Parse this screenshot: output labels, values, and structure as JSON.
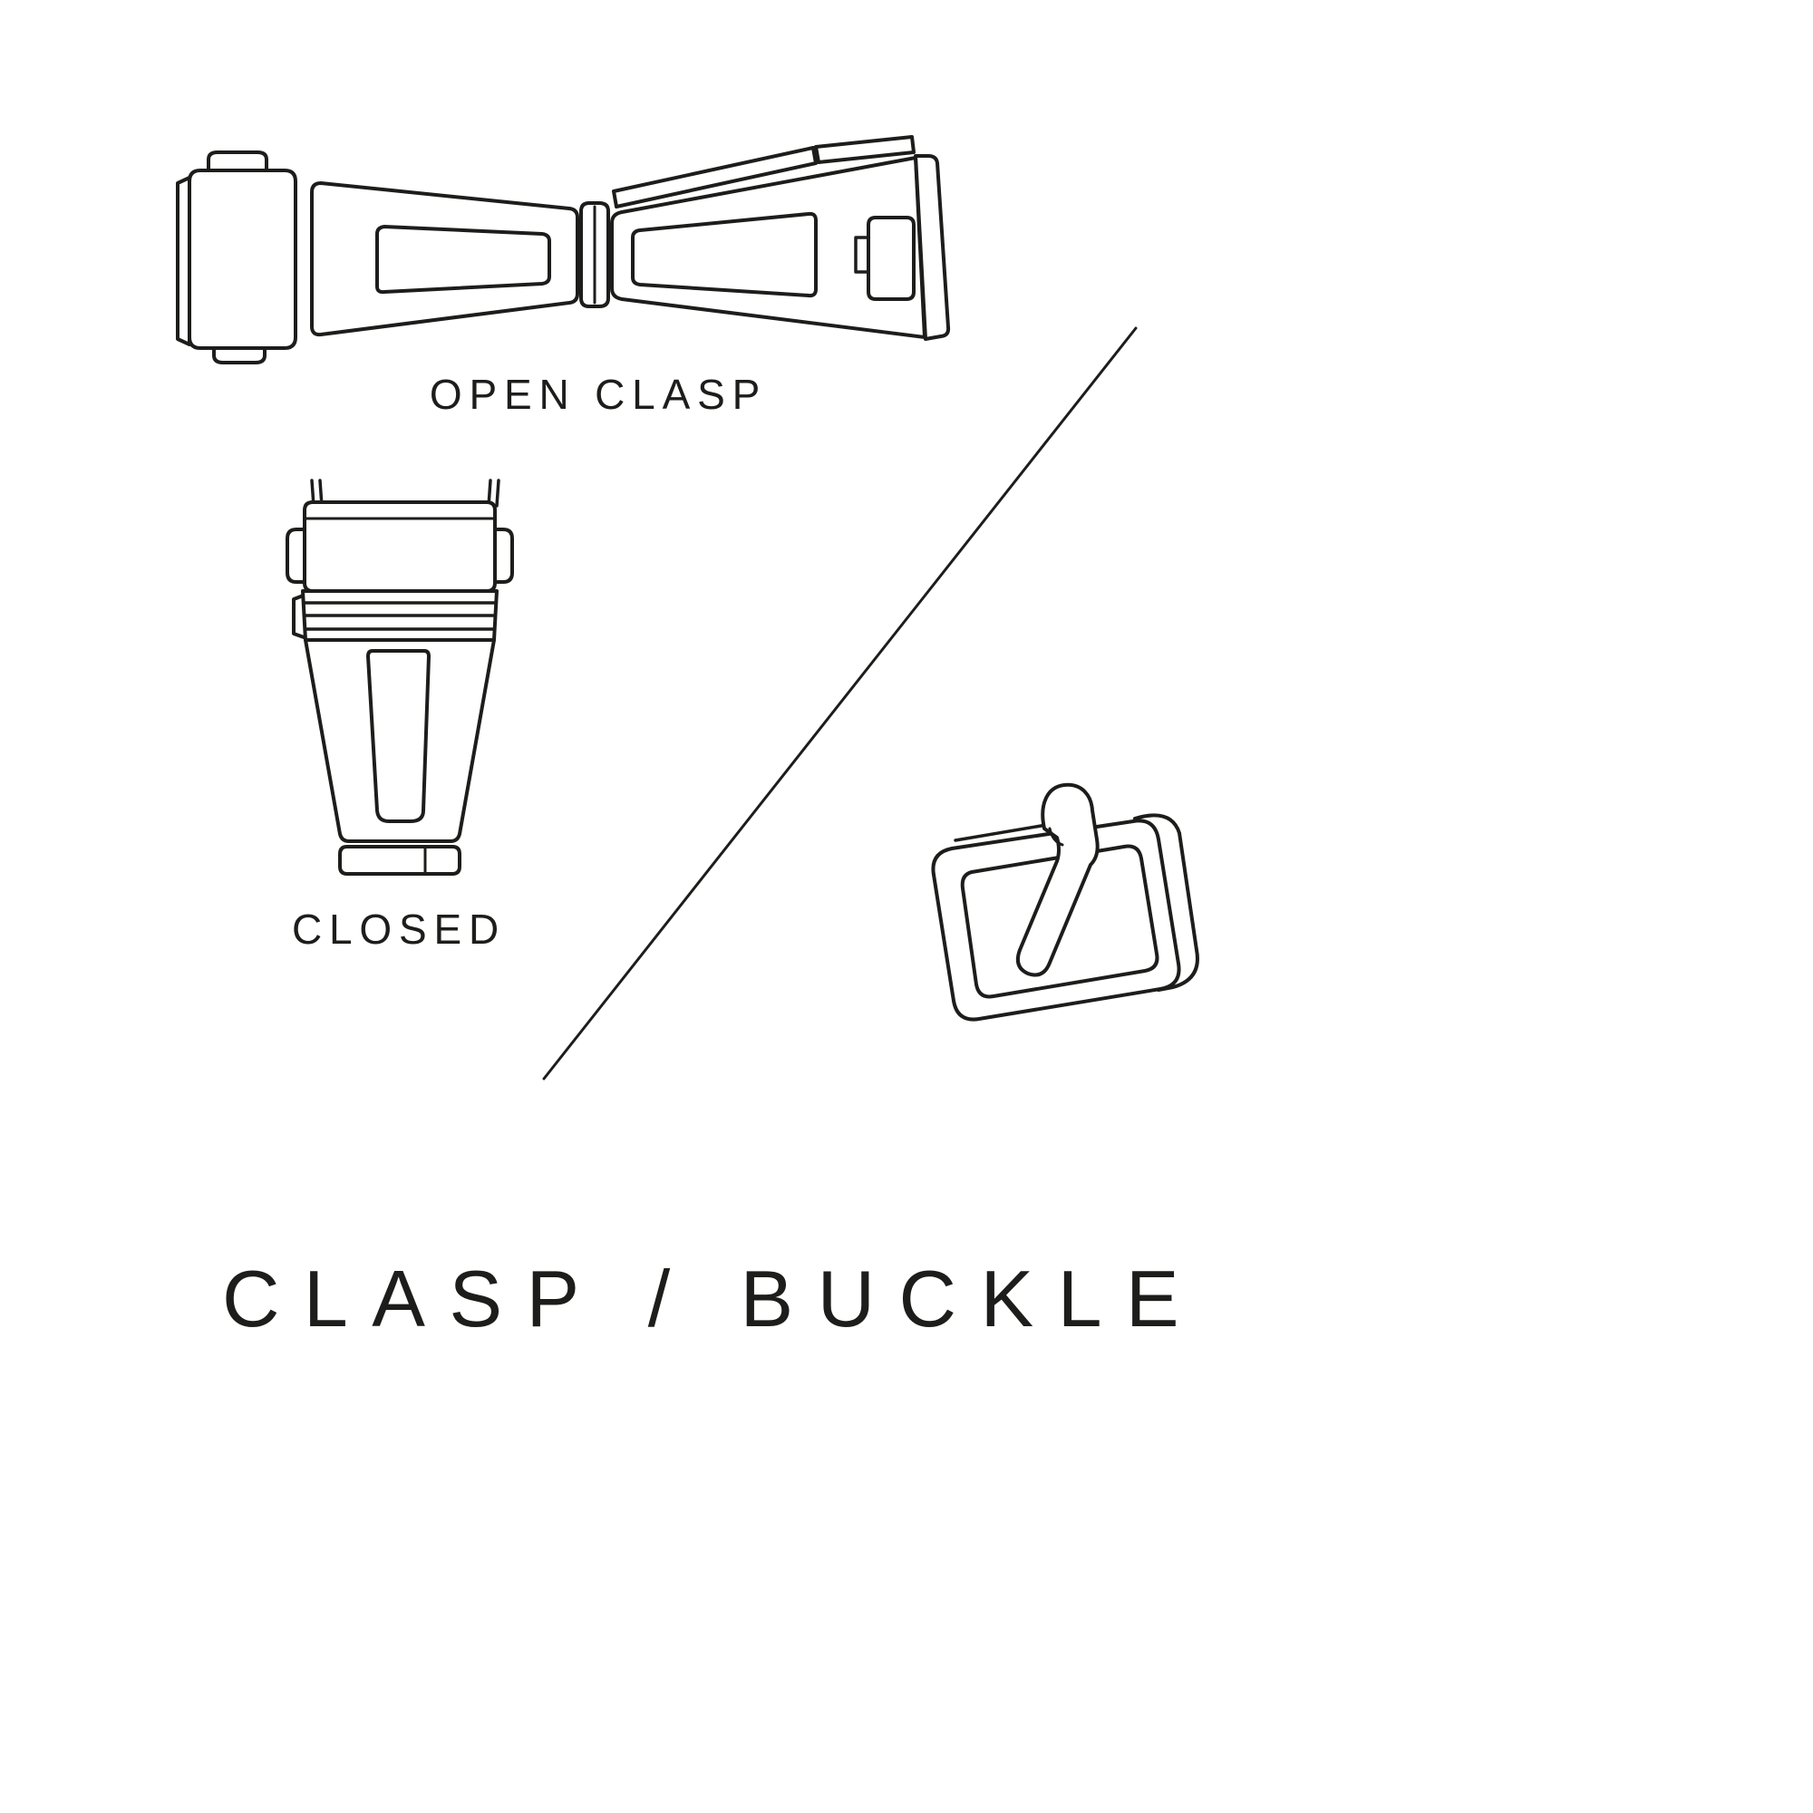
{
  "page": {
    "title": "CLASP / BUCKLE",
    "background_color": "#ffffff",
    "line_color": "#1d1d1b"
  },
  "labels": {
    "open_clasp": "OPEN CLASP",
    "closed": "CLOSED"
  },
  "illustrations": {
    "open_clasp": "open-clasp-line-drawing",
    "closed_clasp": "closed-clasp-line-drawing",
    "buckle": "buckle-line-drawing",
    "divider": "diagonal-divider-line"
  }
}
